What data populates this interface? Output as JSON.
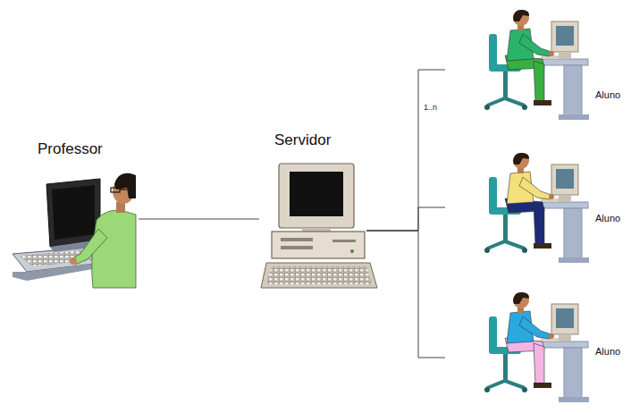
{
  "diagram": {
    "nodes": [
      {
        "text": [
          "Professor"
        ]
      },
      {
        "text": [
          "Servidor"
        ]
      },
      {
        "text": [
          "Aluno"
        ]
      },
      {
        "text": [
          "Aluno"
        ]
      },
      {
        "text": [
          "Aluno"
        ]
      }
    ],
    "edges": [
      {
        "from": 0,
        "to": 1,
        "arrow": "none"
      },
      {
        "from": 1,
        "to": 2,
        "arrow": "none",
        "label": "1..n"
      },
      {
        "from": 1,
        "to": 3,
        "arrow": "none"
      },
      {
        "from": 1,
        "to": 4,
        "arrow": "none"
      }
    ]
  }
}
